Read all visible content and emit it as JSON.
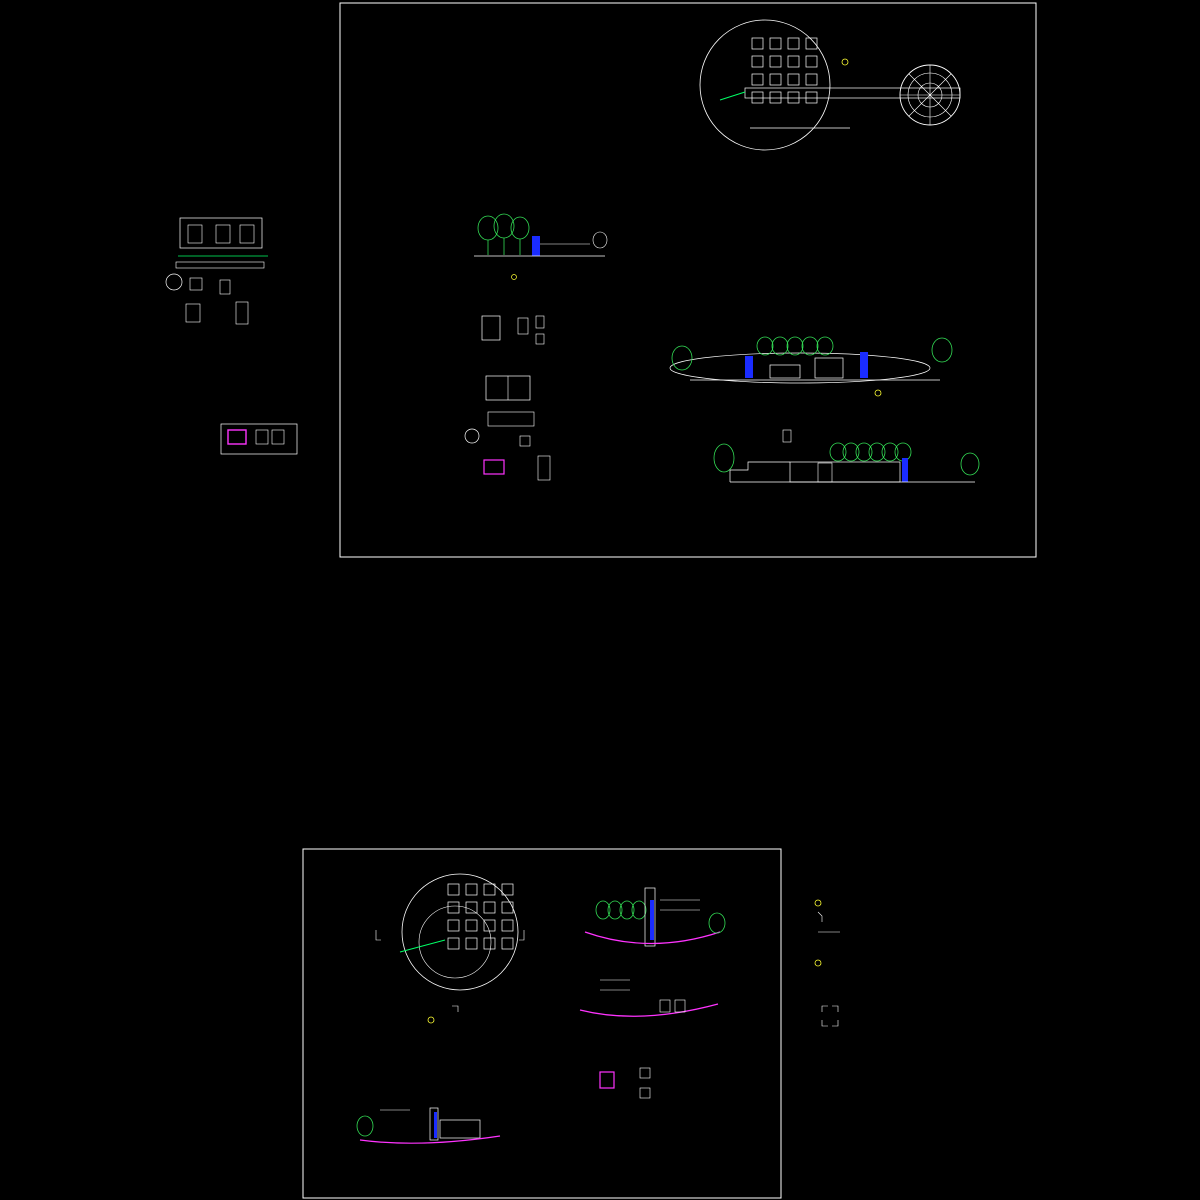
{
  "sheets": [
    {
      "id": "sheet-top",
      "title_labels": {
        "plan": "",
        "section_1": "",
        "elevation_1": "",
        "elevation_2": ""
      }
    },
    {
      "id": "sheet-bottom",
      "title_labels": {
        "plan": "",
        "section_a": "",
        "section_b": "",
        "section_c": ""
      }
    }
  ],
  "colors": {
    "background": "#000000",
    "frame": "#ffffff",
    "linework": "#ffffff",
    "vegetation": "#33dd55",
    "dimension": "#00ff66",
    "water": "#1a2cff",
    "highlight": "#ff33ff",
    "accent": "#ffff33"
  },
  "icons": {
    "tree": "tree-symbol",
    "north_arrow": "compass-rose",
    "section_marker": "section-cut-marker"
  }
}
